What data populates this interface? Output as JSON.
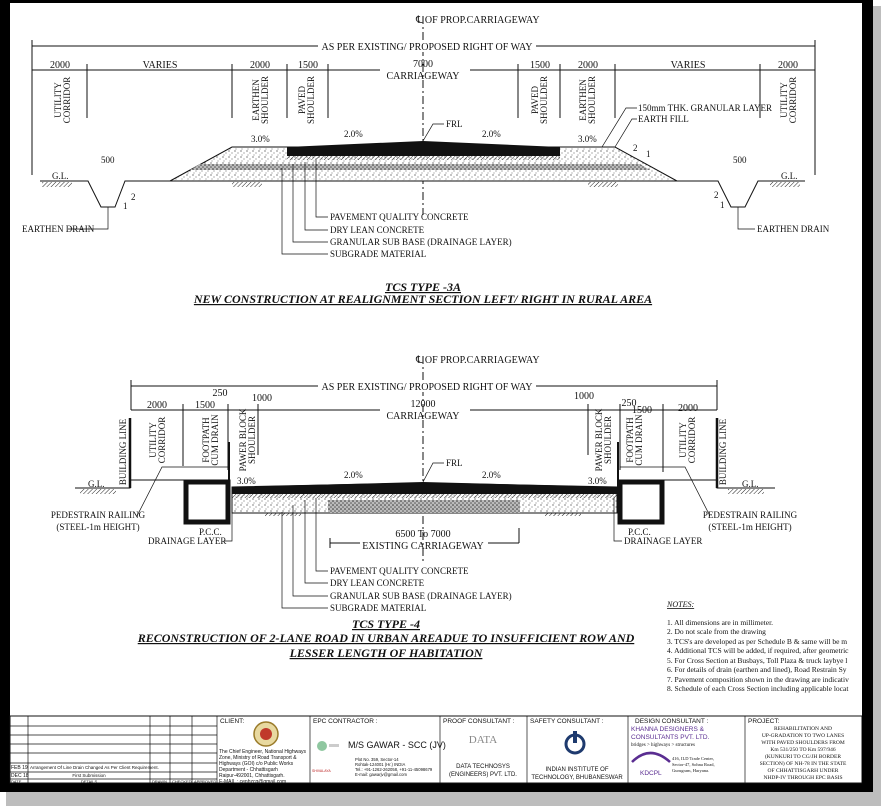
{
  "centerline_label": "℄ OF PROP.CARRIAGEWAY",
  "row_label": "AS PER EXISTING/ PROPOSED RIGHT OF WAY",
  "section1": {
    "dims_left": [
      "2000",
      "VARIES",
      "2000",
      "1500"
    ],
    "dims_right": [
      "1500",
      "2000",
      "VARIES",
      "2000"
    ],
    "carriageway_width": "7000",
    "carriageway_label": "CARRIAGEWAY",
    "zone_labels": {
      "utility": [
        "UTILITY",
        "CORRIDOR"
      ],
      "earthen": [
        "EARTHEN",
        "SHOULDER"
      ],
      "paved": [
        "PAVED",
        "SHOULDER"
      ]
    },
    "slopes": [
      "3.0%",
      "2.0%",
      "2.0%",
      "3.0%"
    ],
    "frl": "FRL",
    "gl": "G.L.",
    "drain_width": "500",
    "side_slope": [
      "2",
      "1"
    ],
    "earthen_drain": "EARTHEN DRAIN",
    "granular_layer": "150mm THK. GRANULAR LAYER",
    "earth_fill": "EARTH FILL",
    "layers": [
      "PAVEMENT QUALITY CONCRETE",
      "DRY LEAN CONCRETE",
      "GRANULAR SUB BASE (DRAINAGE LAYER)",
      "SUBGRADE MATERIAL"
    ],
    "title": "TCS TYPE -3A",
    "subtitle": "NEW CONSTRUCTION AT REALIGNMENT SECTION LEFT/ RIGHT IN RURAL AREA"
  },
  "section2": {
    "dims_left": [
      "2000",
      "1500",
      "250",
      "1000"
    ],
    "dims_right": [
      "1000",
      "250",
      "1500",
      "2000"
    ],
    "carriageway_width": "12000",
    "carriageway_label": "CARRIAGEWAY",
    "zone_labels": {
      "building": "BUILDING LINE",
      "utility": [
        "UTILITY",
        "CORRIDOR"
      ],
      "footpath": [
        "FOOTPATH",
        "CUM DRAIN"
      ],
      "paver": [
        "PAWER BLOCK",
        "SHOULDER"
      ]
    },
    "slopes": [
      "3.0%",
      "2.0%",
      "2.0%",
      "3.0%"
    ],
    "frl": "FRL",
    "gl": "G.L.",
    "railing": [
      "PEDESTRAIN RAILING",
      "(STEEL-1m HEIGHT)"
    ],
    "pcc": "P.C.C.",
    "drainage_layer": "DRAINAGE LAYER",
    "existing_width": "6500 To 7000",
    "existing_label": "EXISTING CARRIAGEWAY",
    "layers": [
      "PAVEMENT QUALITY CONCRETE",
      "DRY LEAN CONCRETE",
      "GRANULAR SUB BASE (DRAINAGE LAYER)",
      "SUBGRADE MATERIAL"
    ],
    "title": "TCS TYPE -4",
    "subtitle1": "RECONSTRUCTION OF 2-LANE ROAD IN URBAN AREADUE TO INSUFFICIENT ROW AND",
    "subtitle2": "LESSER LENGTH OF HABITATION"
  },
  "notes": {
    "heading": "NOTES:",
    "items": [
      "1. All dimensions are in millimeter.",
      "2. Do not scale from the drawing",
      "3. TCS's are developed as per Schedule B & same will be m",
      "4. Additional TCS will be added, if required, after geometric",
      "5. For Cross Section at Busbays, Toll Plaza & truck laybye l",
      "6. For details of drain (earthen and lined), Road Restrain Sy",
      "7. Pavement composition shown in the drawing are indicativ",
      "8. Schedule of each Cross Section including applicable locat"
    ]
  },
  "title_block": {
    "revisions": [
      {
        "date": "FEB 19",
        "desc": "Arrangement Of Line Drain Changed As Per Client Requirement."
      },
      {
        "date": "DEC 18",
        "desc": "First Submission"
      }
    ],
    "rev_header": [
      "DATE",
      "DETAILS",
      "DRAWN",
      "CHECKED",
      "APPROVED"
    ],
    "client_heading": "CLIENT:",
    "client_text": [
      "The Chief Engineer, National Highways",
      "Zone, Ministry of Road Transport &",
      "Highways (GOI) c/o Public Works",
      "Department - Chhattisgarh",
      "Raipur-492001, Chhattisgarh.",
      "E-MAIL : cenhzcg@gmail.com"
    ],
    "epc_heading": "EPC CONTRACTOR :",
    "epc_name": "M/S GAWAR - SCC (JV)",
    "epc_address": [
      "Plot No. 359, Sector-14",
      "Rohtak-124001 (Hr.) INDIA",
      "Tel.: +91-1262-262058, +91-11-45098679",
      "E-mail: gawarjv@gmail.com"
    ],
    "epc_logo_text": "SHIVALAYA",
    "proof_heading": "PROOF CONSULTANT :",
    "proof_logo": "DATA",
    "proof_name": [
      "DATA TECHNOSYS",
      "(ENGINEERS) PVT. LTD."
    ],
    "safety_heading": "SAFETY CONSULTANT :",
    "safety_name": [
      "INDIAN INSTITUTE OF",
      "TECHNOLOGY, BHUBANESWAR"
    ],
    "design_heading": "DESIGN CONSULTANT :",
    "design_name": [
      "KHANNA DESIGNERS &",
      "CONSULTANTS PVT. LTD."
    ],
    "design_tagline": "bridges > highways > structures",
    "design_logo": "KDCPL",
    "design_address": [
      "416, ILD Trade Center,",
      "Sector-47, Sohna Road,",
      "Gurugram, Haryana."
    ],
    "project_heading": "PROJECT:",
    "project_text": [
      "REHABILITATION AND",
      "UP-GRADATION  TO TWO LANES",
      "WITH PAVED SHOULDERS FROM",
      "Km 531/250 TO Km 597/946",
      "(KUNKURI TO CG/JH BORDER",
      "SECTION) OF NH-78 IN THE STATE",
      "OF CHHATTISGARH UNDER",
      "NHDP-IV THROUGH EPC BASIS"
    ],
    "colors": {
      "design_brand": "#5a2d91",
      "frame": "#000000"
    }
  }
}
